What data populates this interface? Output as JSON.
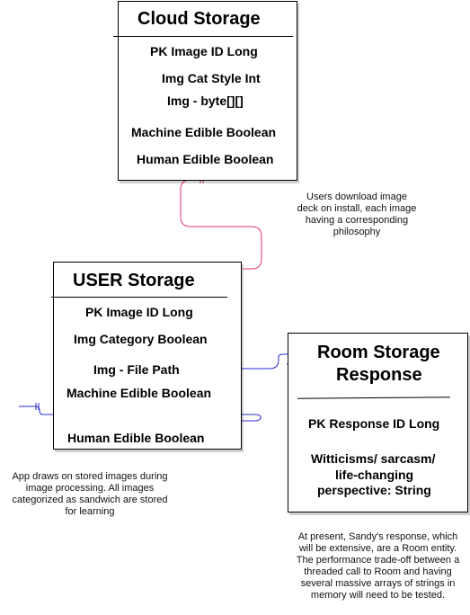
{
  "cloud": {
    "title": "Cloud Storage",
    "fields": [
      "PK Image ID Long",
      "Img Cat Style Int",
      "Img - byte[][]",
      "Machine Edible Boolean",
      "Human Edible Boolean"
    ]
  },
  "user": {
    "title": "USER Storage",
    "fields": [
      "PK Image ID Long",
      "Img Category Boolean",
      "Img - File Path",
      "Machine Edible Boolean",
      "Human Edible Boolean"
    ]
  },
  "room": {
    "title_line1": "Room Storage",
    "title_line2": "Response",
    "fields": [
      "PK Response ID Long",
      "Witticisms/ sarcasm/",
      "life-changing",
      "perspective: String"
    ]
  },
  "notes": {
    "download": [
      "Users download image",
      "deck on install, each image",
      "having a corresponding",
      "philosophy"
    ],
    "app": [
      "App draws on stored images during",
      "image processing. All images",
      "categorized as sandwich are stored",
      "for learning"
    ],
    "sandy": [
      "At present, Sandy's response, which",
      "will be extensive, are a Room entity.",
      "The performance trade-off between a",
      "threaded call to Room and having",
      "several massive arrays of strings in",
      "memory will need to be tested."
    ]
  },
  "colors": {
    "cloud_user_link": "#e0317f",
    "user_link": "#2a2ad0"
  }
}
